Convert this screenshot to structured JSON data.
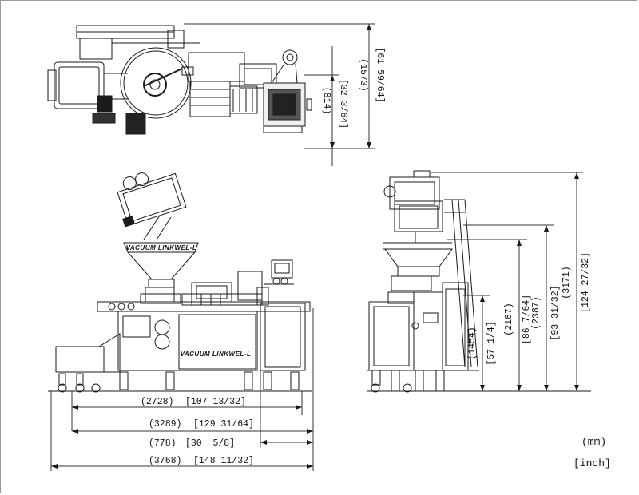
{
  "labels": {
    "hopper_brand": "VACUUM LINKWEL-L",
    "body_brand": "VACUUM LINKWEL-L"
  },
  "top_view": {
    "dim_width_mm": "(814)",
    "dim_width_in": "[32 3/64]",
    "dim_depth_mm": "(1573)",
    "dim_depth_in": "[61 59/64]"
  },
  "front_view": {
    "dim_a_mm": "(2728)",
    "dim_a_in": "[107 13/32]",
    "dim_b_mm": "(3289)",
    "dim_b_in": "[129 31/64]",
    "dim_c_mm": "(778)",
    "dim_c_in": "[30  5/8]",
    "dim_d_mm": "(3768)",
    "dim_d_in": "[148 11/32]"
  },
  "side_view": {
    "dim_1_mm": "(1454)",
    "dim_1_in": "[57 1/4]",
    "dim_2_mm": "(2187)",
    "dim_2_in": "[86 7/64]",
    "dim_3_mm": "(2387)",
    "dim_3_in": "[93 31/32]",
    "dim_4_mm": "(3171)",
    "dim_4_in": "[124 27/32]"
  },
  "units": {
    "mm": "(mm)",
    "inch": "[inch]"
  }
}
